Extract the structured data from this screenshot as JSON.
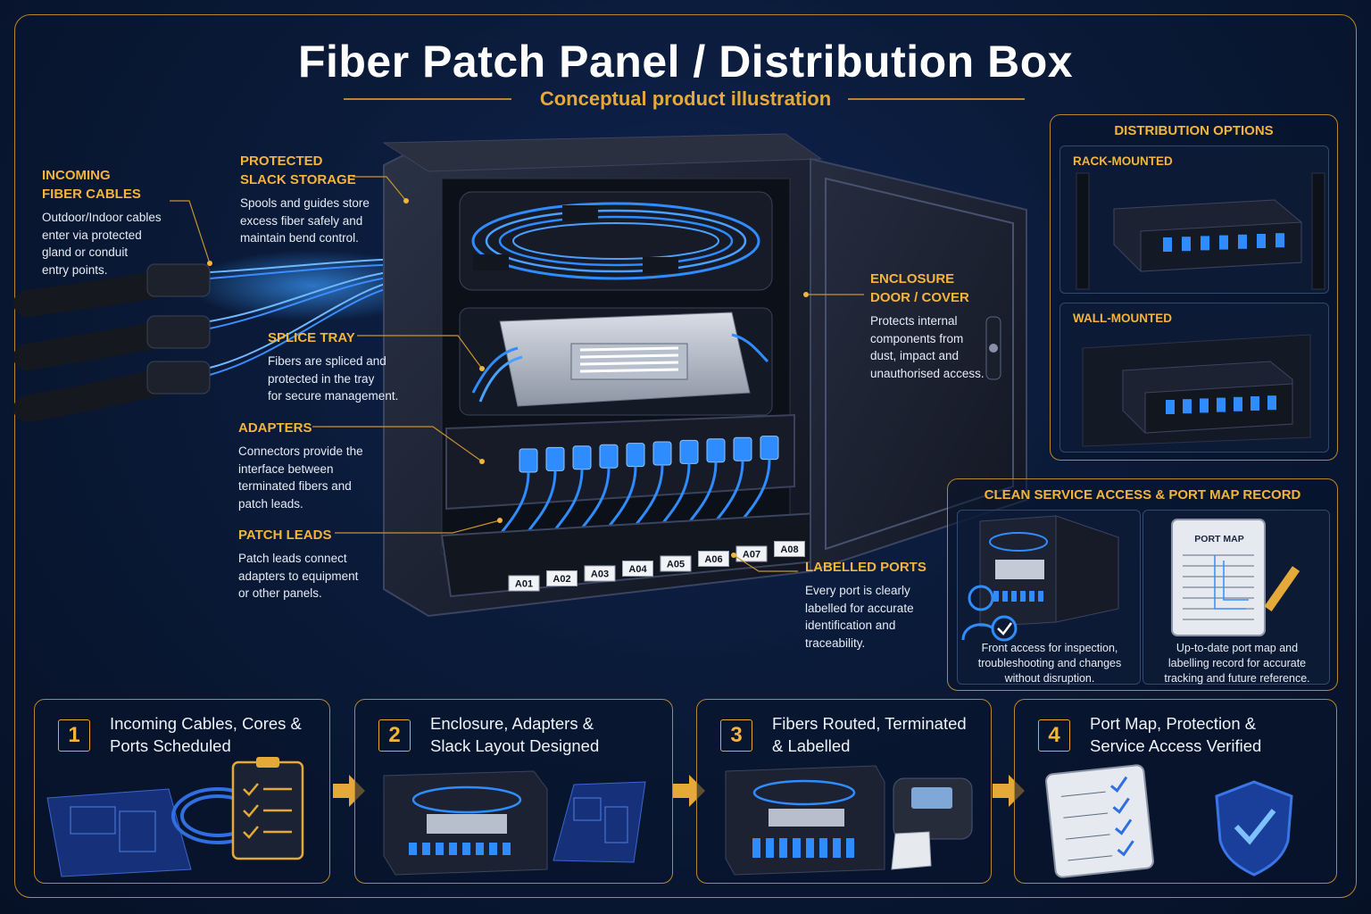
{
  "title": "Fiber Patch Panel / Distribution Box",
  "subtitle": "Conceptual product illustration",
  "callouts": {
    "incoming": {
      "heading": "INCOMING\nFIBER CABLES",
      "desc": "Outdoor/Indoor cables\nenter via protected\ngland or conduit\nentry points."
    },
    "slack": {
      "heading": "PROTECTED\nSLACK STORAGE",
      "desc": "Spools and guides store\nexcess fiber safely and\nmaintain bend control."
    },
    "splice": {
      "heading": "SPLICE TRAY",
      "desc": "Fibers are spliced and\nprotected in the tray\nfor secure management."
    },
    "adapters": {
      "heading": "ADAPTERS",
      "desc": "Connectors provide the\ninterface between\nterminated fibers and\npatch leads."
    },
    "patch": {
      "heading": "PATCH LEADS",
      "desc": "Patch leads connect\nadapters to equipment\nor other panels."
    },
    "door": {
      "heading": "ENCLOSURE\nDOOR / COVER",
      "desc": "Protects internal\ncomponents from\ndust, impact and\nunauthorised access."
    },
    "labelled": {
      "heading": "LABELLED PORTS",
      "desc": "Every port is clearly\nlabelled for accurate\nidentification and\ntraceability."
    }
  },
  "port_labels": [
    "A01",
    "A02",
    "A03",
    "A04",
    "A05",
    "A06",
    "A07",
    "A08"
  ],
  "distribution": {
    "title": "DISTRIBUTION OPTIONS",
    "rack": "RACK-MOUNTED",
    "wall": "WALL-MOUNTED"
  },
  "service": {
    "title": "CLEAN SERVICE ACCESS & PORT MAP RECORD",
    "port_map_label": "PORT MAP",
    "left_caption": "Front access for inspection,\ntroubleshooting and changes\nwithout disruption.",
    "right_caption": "Up-to-date port map and\nlabelling record for accurate\ntracking and future reference."
  },
  "steps": [
    {
      "num": "1",
      "text": "Incoming Cables, Cores &\nPorts Scheduled"
    },
    {
      "num": "2",
      "text": "Enclosure, Adapters &\nSlack Layout Designed"
    },
    {
      "num": "3",
      "text": "Fibers Routed, Terminated\n& Labelled"
    },
    {
      "num": "4",
      "text": "Port Map, Protection &\nService Access Verified"
    }
  ],
  "colors": {
    "accent": "#f2b43c",
    "fiber": "#2f8cff",
    "background": "#0a1a38",
    "border": "#b8862e"
  }
}
